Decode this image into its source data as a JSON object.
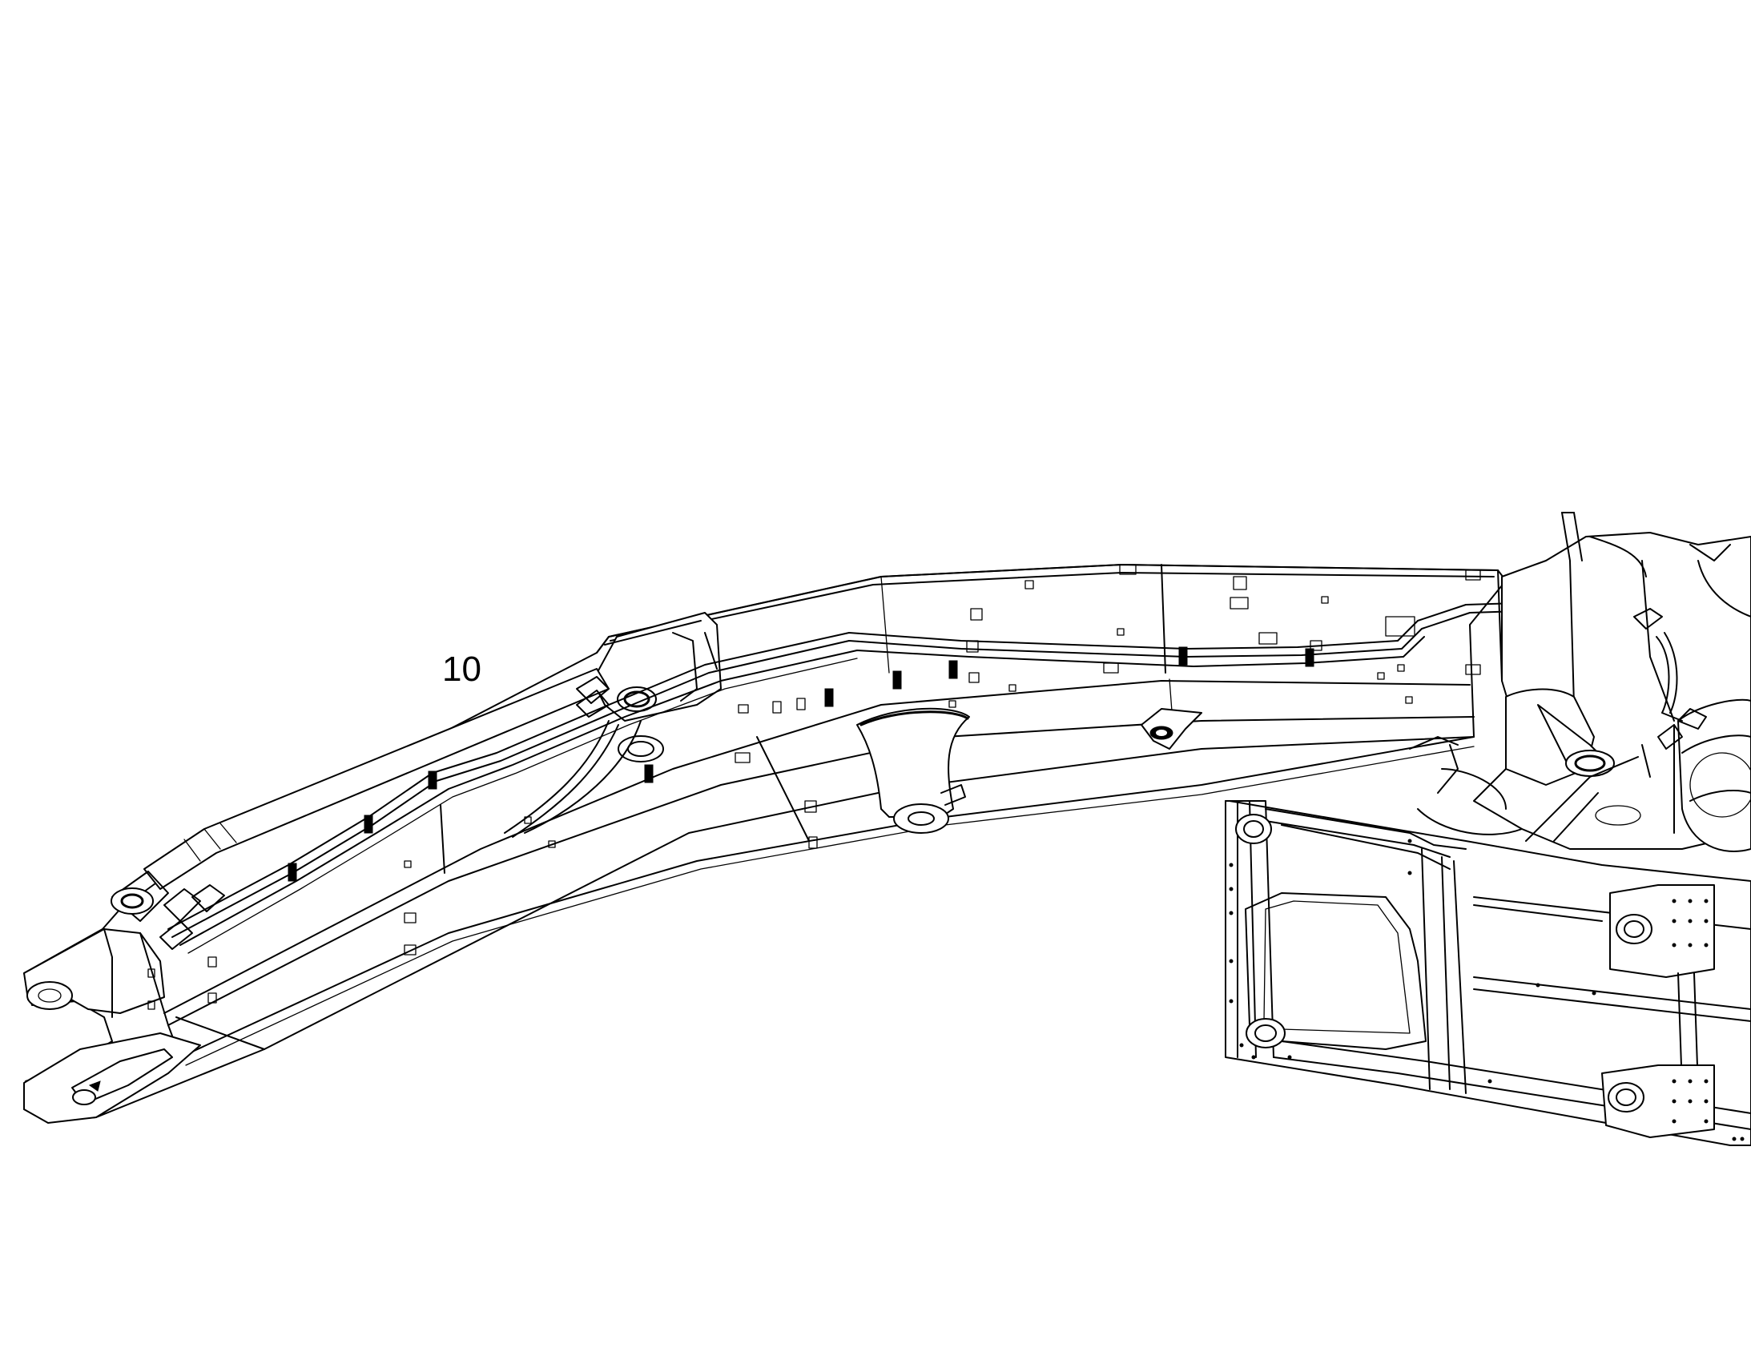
{
  "callouts": [
    {
      "label": "10"
    }
  ],
  "colors": {
    "background": "#ffffff",
    "linework": "#000000"
  },
  "icons": {
    "boom": "excavator-boom-line-drawing",
    "frame": "upper-frame-line-drawing"
  }
}
